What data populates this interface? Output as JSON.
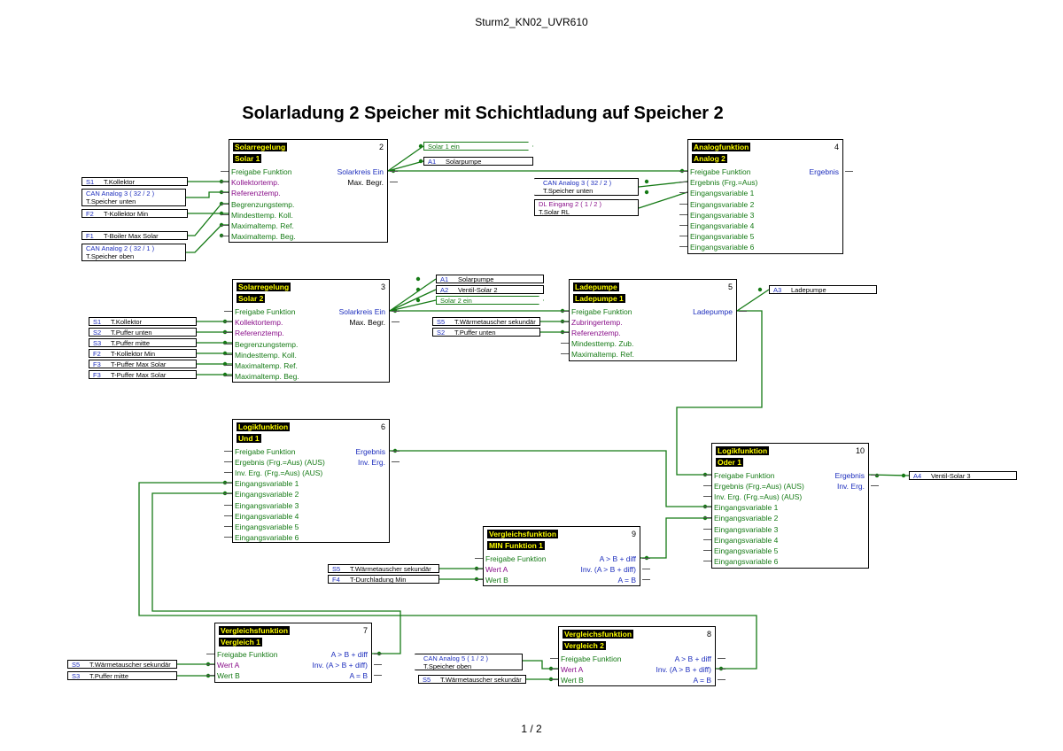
{
  "header": {
    "doc_title": "Sturm2_KN02_UVR610",
    "heading": "Solarladung 2 Speicher mit Schichtladung auf Speicher 2",
    "page": "1 / 2"
  },
  "colors": {
    "wire": "#157a15",
    "input_text": "#157a15",
    "ref_text": "#8a0f8a",
    "output_text": "#1d2ebd",
    "tag_bg": "#000000",
    "tag_text": "#ffff00"
  },
  "blocks": {
    "b2": {
      "type": "Solarregelung",
      "name": "Solar 1",
      "num": "2",
      "inputs": [
        "Freigabe Funktion",
        "Kollektortemp.",
        "Referenztemp.",
        "Begrenzungstemp.",
        "Mindesttemp. Koll.",
        "Maximaltemp. Ref.",
        "Maximaltemp. Beg."
      ],
      "outputs": [
        "Solarkreis Ein",
        "Max. Begr."
      ]
    },
    "b3": {
      "type": "Solarregelung",
      "name": "Solar 2",
      "num": "3",
      "inputs": [
        "Freigabe Funktion",
        "Kollektortemp.",
        "Referenztemp.",
        "Begrenzungstemp.",
        "Mindesttemp. Koll.",
        "Maximaltemp. Ref.",
        "Maximaltemp. Beg."
      ],
      "outputs": [
        "Solarkreis Ein",
        "Max. Begr."
      ]
    },
    "b4": {
      "type": "Analogfunktion",
      "name": "Analog 2",
      "num": "4",
      "inputs": [
        "Freigabe Funktion",
        "Ergebnis (Frg.=Aus)",
        "Eingangsvariable 1",
        "Eingangsvariable 2",
        "Eingangsvariable 3",
        "Eingangsvariable 4",
        "Eingangsvariable 5",
        "Eingangsvariable 6"
      ],
      "outputs": [
        "Ergebnis"
      ]
    },
    "b5": {
      "type": "Ladepumpe",
      "name": "Ladepumpe 1",
      "num": "5",
      "inputs": [
        "Freigabe Funktion",
        "Zubringertemp.",
        "Referenztemp.",
        "Mindesttemp. Zub.",
        "Maximaltemp. Ref."
      ],
      "outputs": [
        "Ladepumpe"
      ]
    },
    "b6": {
      "type": "Logikfunktion",
      "name": "Und 1",
      "num": "6",
      "inputs": [
        "Freigabe Funktion",
        "Ergebnis (Frg.=Aus) (AUS)",
        "Inv. Erg. (Frg.=Aus) (AUS)",
        "Eingangsvariable 1",
        "Eingangsvariable 2",
        "Eingangsvariable 3",
        "Eingangsvariable 4",
        "Eingangsvariable 5",
        "Eingangsvariable 6"
      ],
      "outputs": [
        "Ergebnis",
        "Inv. Erg."
      ]
    },
    "b10": {
      "type": "Logikfunktion",
      "name": "Oder 1",
      "num": "10",
      "inputs": [
        "Freigabe Funktion",
        "Ergebnis (Frg.=Aus) (AUS)",
        "Inv. Erg. (Frg.=Aus) (AUS)",
        "Eingangsvariable 1",
        "Eingangsvariable 2",
        "Eingangsvariable 3",
        "Eingangsvariable 4",
        "Eingangsvariable 5",
        "Eingangsvariable 6"
      ],
      "outputs": [
        "Ergebnis",
        "Inv. Erg."
      ]
    },
    "b9": {
      "type": "Vergleichsfunktion",
      "name": "MIN Funktion 1",
      "num": "9",
      "inputs": [
        "Freigabe Funktion",
        "Wert A",
        "Wert B"
      ],
      "outputs": [
        "A > B + diff",
        "Inv. (A > B + diff)",
        "A = B"
      ]
    },
    "b7": {
      "type": "Vergleichsfunktion",
      "name": "Vergleich 1",
      "num": "7",
      "inputs": [
        "Freigabe Funktion",
        "Wert A",
        "Wert B"
      ],
      "outputs": [
        "A > B + diff",
        "Inv. (A > B + diff)",
        "A = B"
      ]
    },
    "b8": {
      "type": "Vergleichsfunktion",
      "name": "Vergleich 2",
      "num": "8",
      "inputs": [
        "Freigabe Funktion",
        "Wert A",
        "Wert B"
      ],
      "outputs": [
        "A > B + diff",
        "Inv. (A > B + diff)",
        "A = B"
      ]
    }
  },
  "labels": {
    "l1": {
      "id": "S1",
      "name": "T.Kollektor"
    },
    "l2": {
      "l1": "CAN   Analog 3 ( 32 / 2 )",
      "l2": "T.Speicher unten"
    },
    "l3": {
      "id": "F2",
      "name": "T-Kollektor Min"
    },
    "l4": {
      "id": "F1",
      "name": "T-Boiler Max Solar"
    },
    "l5": {
      "l1": "CAN   Analog 2 ( 32 / 1 )",
      "l2": "T.Speicher oben"
    },
    "l6": {
      "name": "Solar 1 ein"
    },
    "l7": {
      "id": "A1",
      "name": "Solarpumpe"
    },
    "l8": {
      "l1": "CAN   Analog 3 ( 32 / 2 )",
      "l2": "T.Speicher unten"
    },
    "l9": {
      "l1": "DL     Eingang 2 ( 1 / 2 )",
      "l2": "T.Solar RL"
    },
    "l10": {
      "id": "S1",
      "name": "T.Kollektor"
    },
    "l11": {
      "id": "S2",
      "name": "T.Puffer unten"
    },
    "l12": {
      "id": "S3",
      "name": "T.Puffer mitte"
    },
    "l13": {
      "id": "F2",
      "name": "T-Kollektor Min"
    },
    "l14": {
      "id": "F3",
      "name": "T-Puffer Max Solar"
    },
    "l15": {
      "id": "F3",
      "name": "T-Puffer Max Solar"
    },
    "l16": {
      "id": "A1",
      "name": "Solarpumpe"
    },
    "l17": {
      "id": "A2",
      "name": "Ventil-Solar 2"
    },
    "l18": {
      "name": "Solar 2 ein"
    },
    "l19": {
      "id": "S5",
      "name": "T.Wärmetauscher sekundär"
    },
    "l20": {
      "id": "S2",
      "name": "T.Puffer unten"
    },
    "l21": {
      "id": "A3",
      "name": "Ladepumpe"
    },
    "l22": {
      "id": "A4",
      "name": "Ventil-Solar 3"
    },
    "l23": {
      "id": "S5",
      "name": "T.Wärmetauscher sekundär"
    },
    "l24": {
      "id": "F4",
      "name": "T-Durchladung Min"
    },
    "l25": {
      "id": "S5",
      "name": "T.Wärmetauscher sekundär"
    },
    "l26": {
      "id": "S3",
      "name": "T.Puffer mitte"
    },
    "l27": {
      "l1": "CAN   Analog 5 ( 1 / 2 )",
      "l2": "T.Speicher oben"
    },
    "l28": {
      "id": "S5",
      "name": "T.Wärmetauscher sekundär"
    }
  }
}
